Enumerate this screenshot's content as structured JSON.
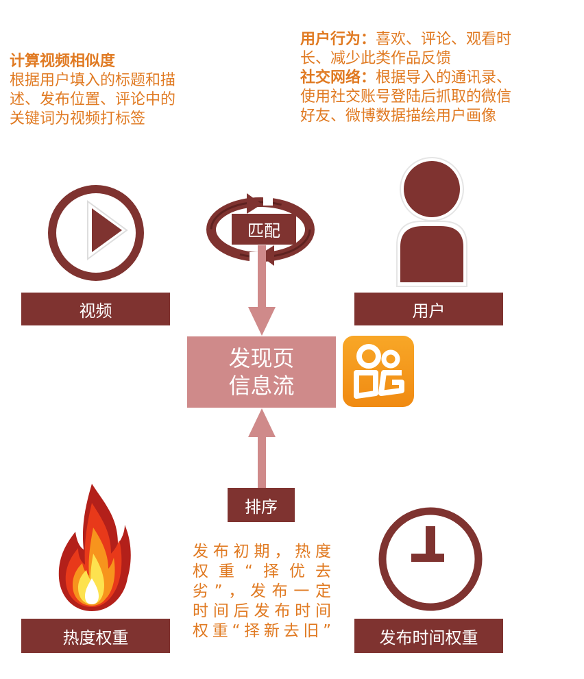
{
  "top_left_note": {
    "title": "计算视频相似度",
    "lines": [
      "根据用户填入的标题和描",
      "述、发布位置、评论中的",
      "关键词为视频打标签"
    ]
  },
  "top_right_note": {
    "behavior_title": "用户行为：",
    "behavior_line1": "喜欢、评论、观看时",
    "behavior_line2": "长、减少此类作品反馈",
    "social_title": "社交网络：",
    "social_line1": "根据导入的通讯录、",
    "social_line2": "使用社交账号登陆后抓取的微信",
    "social_line3": "好友、微博数据描绘用户画像"
  },
  "nodes": {
    "video": {
      "label": "视频",
      "icon": "play-circle-icon"
    },
    "user": {
      "label": "用户",
      "icon": "user-icon"
    },
    "match": {
      "label": "匹配",
      "icon": "cycle-arrows-icon"
    },
    "feed": {
      "line1": "发现页",
      "line2": "信息流",
      "app_icon": "kuaishou-logo-icon"
    },
    "sort": {
      "label": "排序"
    },
    "heat": {
      "label": "热度权重",
      "icon": "flame-icon"
    },
    "time": {
      "label": "发布时间权重",
      "icon": "clock-icon"
    }
  },
  "bottom_note": {
    "lines": [
      "发布初期，热度",
      "权重“择优去",
      "劣”，发布一定",
      "时间后发布时间",
      "权重“择新去旧”"
    ]
  },
  "colors": {
    "dark_red": "#7f3330",
    "light_red": "#cf8a8a",
    "orange_text": "#e07a22",
    "logo_orange": "#f39a1e"
  }
}
